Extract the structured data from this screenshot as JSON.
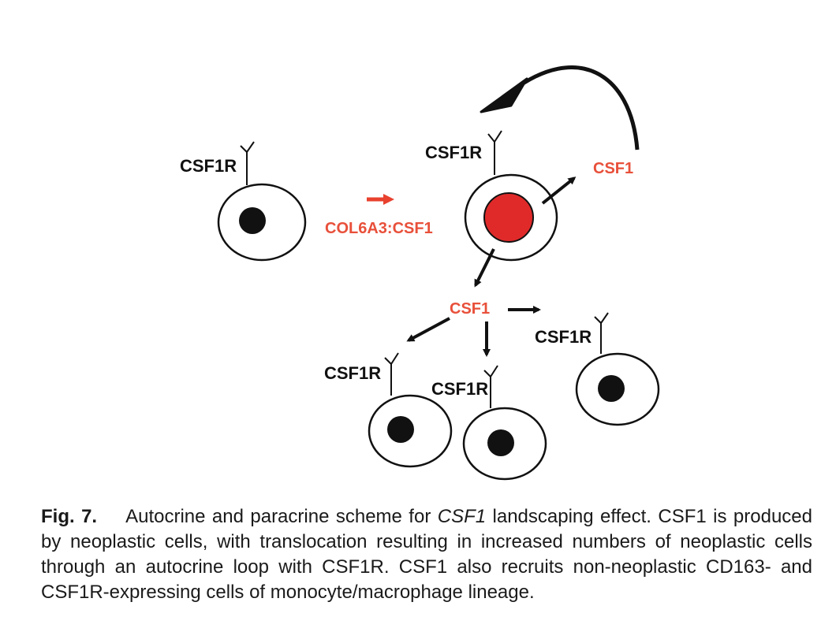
{
  "diagram": {
    "receptor_label": "CSF1R",
    "translocation_label": "COL6A3:CSF1",
    "ligand_label": "CSF1",
    "colors": {
      "ink": "#111111",
      "label_red": "#e8503a",
      "nucleus_red": "#e02a2a",
      "arrow_red": "#e8412e"
    }
  },
  "caption": {
    "fig_number": "Fig. 7.",
    "part1": "Autocrine and paracrine scheme for ",
    "italic": "CSF1",
    "part2": " landscaping effect. CSF1 is produced by neoplastic cells, with translocation resulting in increased numbers of neoplastic cells through an autocrine loop with CSF1R. CSF1 also recruits non-neoplastic CD163- and CSF1R-expressing cells of monocyte/macrophage lineage."
  }
}
